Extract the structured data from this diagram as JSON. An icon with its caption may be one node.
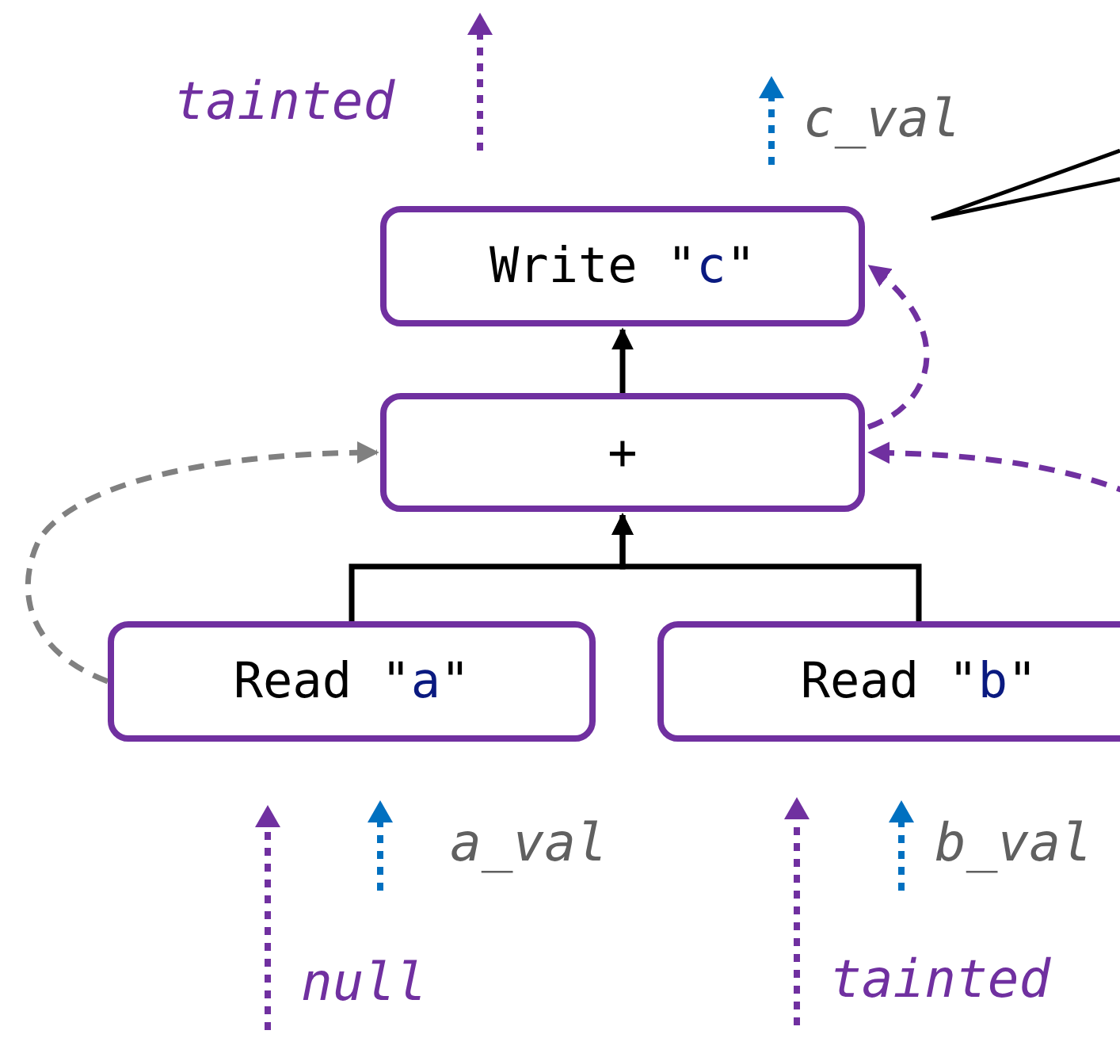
{
  "diagram": {
    "nodes": [
      {
        "text": [
          "Write \"c\""
        ]
      },
      {
        "text": [
          "+"
        ]
      },
      {
        "text": [
          "Read \"a\""
        ]
      },
      {
        "text": [
          "Read \"b\""
        ]
      }
    ],
    "edges": [
      {
        "from": 2,
        "to": 1,
        "arrow": "to"
      },
      {
        "from": 3,
        "to": 1,
        "arrow": "to"
      },
      {
        "from": 1,
        "to": 0,
        "arrow": "to"
      },
      {
        "from": 2,
        "to": 1,
        "arrow": "to",
        "style": "dashed",
        "color": "#808080"
      },
      {
        "from": 1,
        "to": 0,
        "arrow": "to",
        "style": "dashed",
        "color": "#7030a0"
      },
      {
        "from": null,
        "to": 1,
        "arrow": "to",
        "style": "dashed",
        "color": "#7030a0"
      }
    ],
    "labels": [
      "tainted",
      "c_val",
      "a_val",
      "b_val",
      "null",
      "tainted"
    ]
  }
}
